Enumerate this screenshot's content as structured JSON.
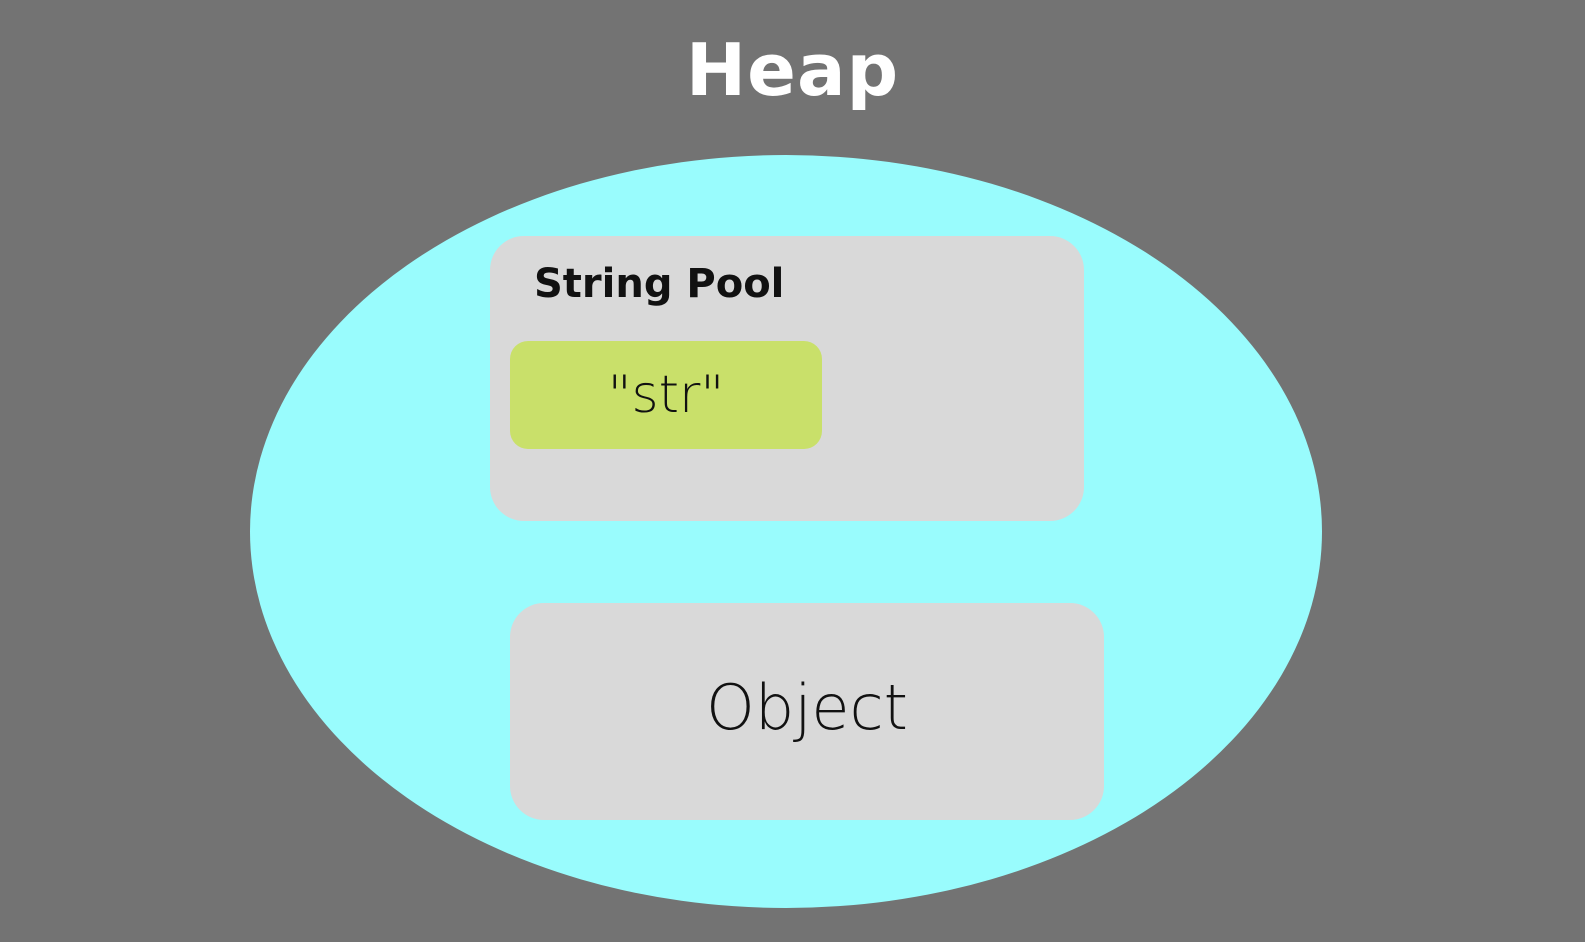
{
  "title": "Heap",
  "heap": {
    "string_pool": {
      "label": "String Pool",
      "entries": [
        {
          "value": "\"str\""
        }
      ]
    },
    "object": {
      "label": "Object"
    }
  },
  "colors": {
    "background": "#737373",
    "heap_fill": "#99fcfd",
    "box_fill": "#d9d9d9",
    "string_entry_fill": "#c9e06a",
    "title_text": "#ffffff",
    "box_text": "#111111"
  }
}
